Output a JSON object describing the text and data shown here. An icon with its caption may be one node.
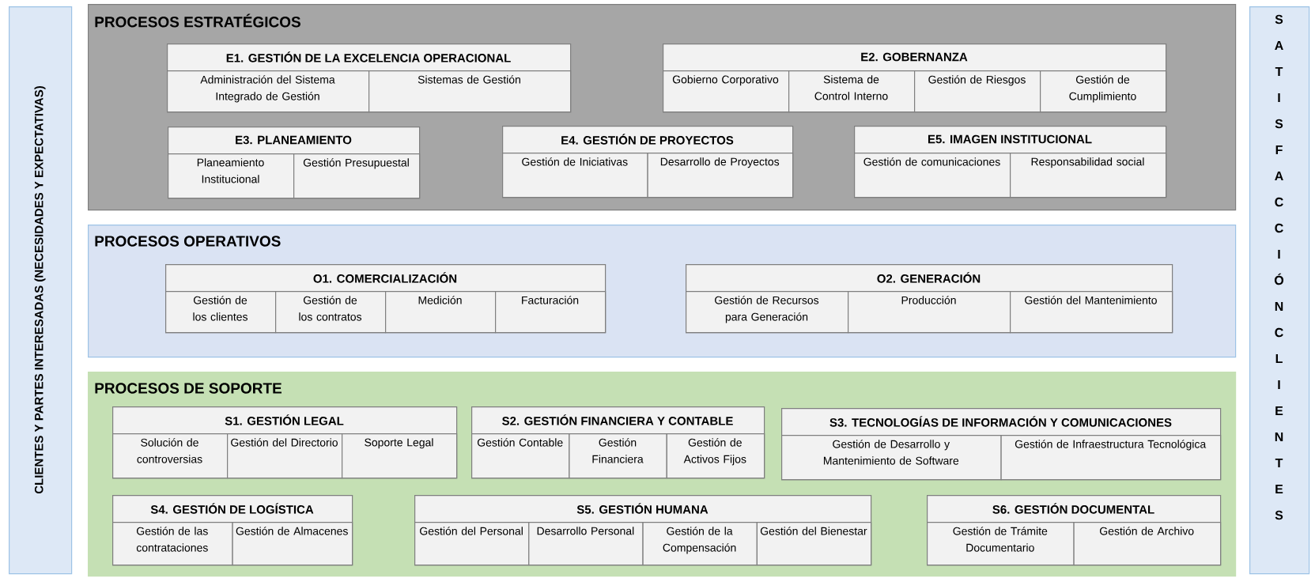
{
  "diagram": {
    "nodes": [
      {
        "text": [
          "CLIENTES Y PARTES INTERESADAS (NECESIDADES Y EXPECTATIVAS)"
        ]
      },
      {
        "text": [
          "PROCESOS ESTRATÉGICOS"
        ]
      },
      {
        "text": [
          "E1. GESTIÓN DE LA EXCELENCIA OPERACIONAL"
        ],
        "in": 1
      },
      {
        "text": [
          "Administración del Sistema Integrado de Gestión"
        ],
        "in": 2
      },
      {
        "text": [
          "Sistemas de Gestión"
        ],
        "in": 2
      },
      {
        "text": [
          "E2. GOBERNANZA"
        ],
        "in": 1
      },
      {
        "text": [
          "Gobierno Corporativo"
        ],
        "in": 5
      },
      {
        "text": [
          "Sistema de Control Interno"
        ],
        "in": 5
      },
      {
        "text": [
          "Gestión de Riesgos"
        ],
        "in": 5
      },
      {
        "text": [
          "Gestión de Cumplimiento"
        ],
        "in": 5
      },
      {
        "text": [
          "E3. PLANEAMIENTO"
        ],
        "in": 1
      },
      {
        "text": [
          "Planeamiento Institucional"
        ],
        "in": 10
      },
      {
        "text": [
          "Gestión Presupuestal"
        ],
        "in": 10
      },
      {
        "text": [
          "E4. GESTIÓN DE PROYECTOS"
        ],
        "in": 1
      },
      {
        "text": [
          "Gestión de Iniciativas"
        ],
        "in": 13
      },
      {
        "text": [
          "Desarrollo de Proyectos"
        ],
        "in": 13
      },
      {
        "text": [
          "E5. IMAGEN INSTITUCIONAL"
        ],
        "in": 1
      },
      {
        "text": [
          "Gestión de comunicaciones"
        ],
        "in": 16
      },
      {
        "text": [
          "Responsabilidad social"
        ],
        "in": 16
      },
      {
        "text": [
          "PROCESOS OPERATIVOS"
        ]
      },
      {
        "text": [
          "O1. COMERCIALIZACIÓN"
        ],
        "in": 19
      },
      {
        "text": [
          "Gestión de los clientes"
        ],
        "in": 20
      },
      {
        "text": [
          "Gestión de los contratos"
        ],
        "in": 20
      },
      {
        "text": [
          "Medición"
        ],
        "in": 20
      },
      {
        "text": [
          "Facturación"
        ],
        "in": 20
      },
      {
        "text": [
          "O2. GENERACIÓN"
        ],
        "in": 19
      },
      {
        "text": [
          "Gestión de Recursos para Generación"
        ],
        "in": 25
      },
      {
        "text": [
          "Producción"
        ],
        "in": 25
      },
      {
        "text": [
          "Gestión del Mantenimiento"
        ],
        "in": 25
      },
      {
        "text": [
          "PROCESOS DE SOPORTE"
        ]
      },
      {
        "text": [
          "S1. GESTIÓN LEGAL"
        ],
        "in": 29
      },
      {
        "text": [
          "Solución de controversias"
        ],
        "in": 30
      },
      {
        "text": [
          "Gestión del Directorio"
        ],
        "in": 30
      },
      {
        "text": [
          "Soporte Legal"
        ],
        "in": 30
      },
      {
        "text": [
          "S2. GESTIÓN FINANCIERA Y CONTABLE"
        ],
        "in": 29
      },
      {
        "text": [
          "Gestión Contable"
        ],
        "in": 34
      },
      {
        "text": [
          "Gestión Financiera"
        ],
        "in": 34
      },
      {
        "text": [
          "Gestión de Activos Fijos"
        ],
        "in": 34
      },
      {
        "text": [
          "S3. TECNOLOGÍAS DE INFORMACIÓN Y COMUNICACIONES"
        ],
        "in": 29
      },
      {
        "text": [
          "Gestión de Desarrollo y Mantenimiento de Software"
        ],
        "in": 38
      },
      {
        "text": [
          "Gestión de Infraestructura Tecnológica"
        ],
        "in": 38
      },
      {
        "text": [
          "S4. GESTIÓN DE LOGÍSTICA"
        ],
        "in": 29
      },
      {
        "text": [
          "Gestión de las contrataciones"
        ],
        "in": 41
      },
      {
        "text": [
          "Gestión de Almacenes"
        ],
        "in": 41
      },
      {
        "text": [
          "S5. GESTIÓN HUMANA"
        ],
        "in": 29
      },
      {
        "text": [
          "Gestión del Personal"
        ],
        "in": 44
      },
      {
        "text": [
          "Desarrollo Personal"
        ],
        "in": 44
      },
      {
        "text": [
          "Gestión de la Compensación"
        ],
        "in": 44
      },
      {
        "text": [
          "Gestión del Bienestar"
        ],
        "in": 44
      },
      {
        "text": [
          "S6. GESTIÓN DOCUMENTAL"
        ],
        "in": 29
      },
      {
        "text": [
          "Gestión de Trámite Documentario"
        ],
        "in": 49
      },
      {
        "text": [
          "Gestión de Archivo"
        ],
        "in": 49
      },
      {
        "text": [
          "SATISFACCIÓN CLIENTES"
        ]
      }
    ]
  }
}
